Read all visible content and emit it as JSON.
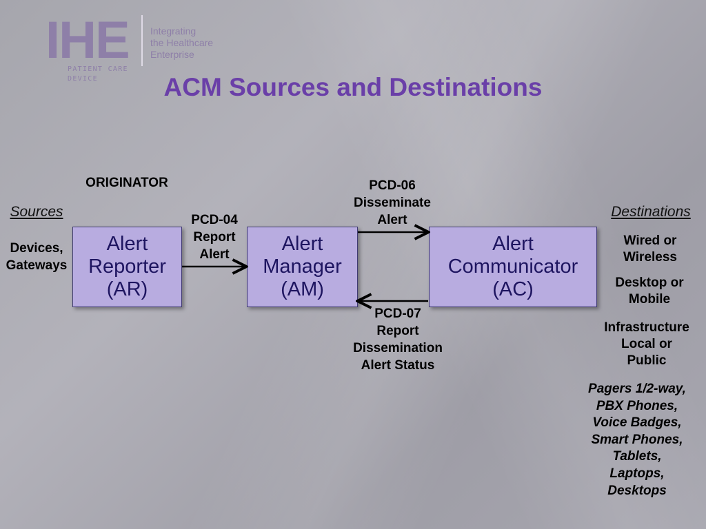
{
  "logo": {
    "mark": "IHE",
    "tagline_lines": [
      "Integrating",
      "the Healthcare",
      "Enterprise"
    ],
    "sub_lines": [
      "PATIENT CARE",
      "DEVICE"
    ]
  },
  "title": "ACM Sources and Destinations",
  "originator": "ORIGINATOR",
  "sources": {
    "heading": "Sources",
    "items": [
      "Devices,",
      "Gateways"
    ]
  },
  "destinations": {
    "heading": "Destinations",
    "groups": [
      [
        "Wired or",
        "Wireless"
      ],
      [
        "Desktop or",
        "Mobile"
      ],
      [
        "Infrastructure",
        "Local or",
        "Public"
      ]
    ],
    "device_list": [
      "Pagers 1/2-way,",
      "PBX Phones,",
      "Voice Badges,",
      "Smart Phones,",
      "Tablets,",
      "Laptops,",
      "Desktops"
    ]
  },
  "actors": {
    "reporter": [
      "Alert",
      "Reporter",
      "(AR)"
    ],
    "manager": [
      "Alert",
      "Manager",
      "(AM)"
    ],
    "communicator": [
      "Alert",
      "Communicator",
      "(AC)"
    ]
  },
  "transactions": {
    "pcd04": [
      "PCD-04",
      "Report",
      "Alert"
    ],
    "pcd06": [
      "PCD-06",
      "Disseminate",
      "Alert"
    ],
    "pcd07": [
      "PCD-07",
      "Report",
      "Dissemination",
      "Alert Status"
    ]
  },
  "colors": {
    "title": "#6a3fa8",
    "box_fill": "#b8ace0",
    "box_text": "#1e1560",
    "logo": "#8e7fa8"
  }
}
